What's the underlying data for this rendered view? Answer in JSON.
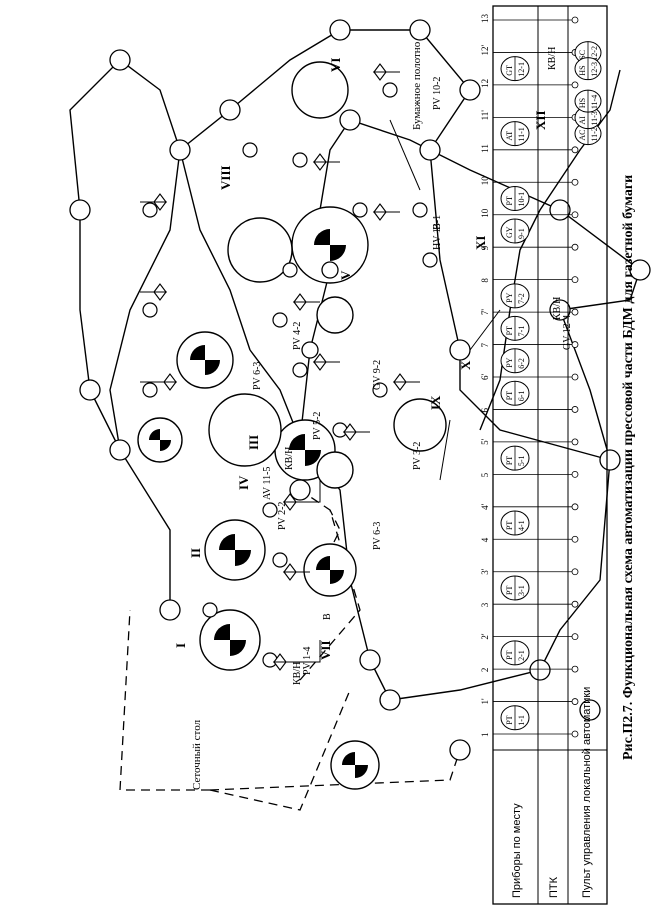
{
  "caption": "Рис.П2.7. Функциональная схема автоматизации прессовой части БДМ для газетной бумаги",
  "table": {
    "row_labels": [
      "Приборы по месту",
      "ПТК",
      "Пульт управления локальной автоматики"
    ],
    "column_numbers": [
      "1",
      "1'",
      "2",
      "2'",
      "3",
      "3'",
      "4",
      "4'",
      "5",
      "5'",
      "6",
      "6'",
      "7",
      "7'",
      "8",
      "9",
      "10",
      "10'",
      "11",
      "11'",
      "12",
      "12'",
      "13"
    ],
    "field_instruments": [
      {
        "top": "PT",
        "bottom": "1-1"
      },
      {
        "top": "PT",
        "bottom": "2-1"
      },
      {
        "top": "PT",
        "bottom": "3-1"
      },
      {
        "top": "PT",
        "bottom": "4-1"
      },
      {
        "top": "PT",
        "bottom": "5-1"
      },
      {
        "top": "PT",
        "bottom": "6-1"
      },
      {
        "top": "PY",
        "bottom": "6-2"
      },
      {
        "top": "PT",
        "bottom": "7-1"
      },
      {
        "top": "PY",
        "bottom": "7-2"
      },
      {
        "top": "GY",
        "bottom": "9-1"
      },
      {
        "top": "PT",
        "bottom": "10-1"
      },
      {
        "top": "AT",
        "bottom": "11-1"
      },
      {
        "top": "GT",
        "bottom": "12-1"
      }
    ],
    "panel_instruments": [
      {
        "top": "AC",
        "bottom": "11-2"
      },
      {
        "top": "AI",
        "bottom": "11-3"
      },
      {
        "top": "HS",
        "bottom": "11-4"
      },
      {
        "top": "SC",
        "bottom": "12-2"
      },
      {
        "top": "HS",
        "bottom": "12-3"
      }
    ]
  },
  "equipment_labels": [
    "I",
    "II",
    "III",
    "IV",
    "V",
    "VI",
    "VII",
    "VIII",
    "IX",
    "X",
    "XI",
    "XII"
  ],
  "text_labels": {
    "wire_table": "Сеточный стол",
    "paper_web": "Бумажное полотно",
    "steam": "КВ/Н",
    "water": "В"
  },
  "valve_tags": [
    "PV 1-4",
    "PV 2-2",
    "AV 11-5",
    "PV 3-2",
    "PV 5-2",
    "PV 6-3",
    "PV 6-3",
    "PV 4-2",
    "GV 9-2",
    "GV 12-4",
    "HV 13-1",
    "PV 10-2"
  ]
}
